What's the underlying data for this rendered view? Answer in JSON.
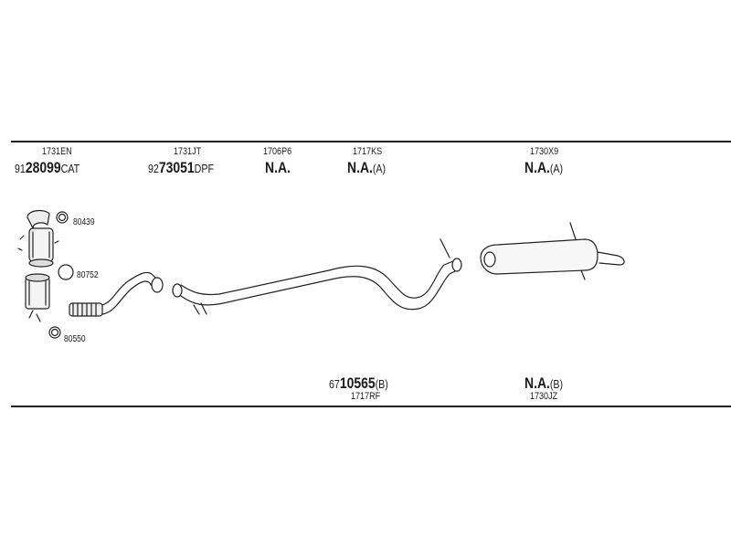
{
  "top_parts": [
    {
      "code": "1731EN",
      "prefix": "91",
      "number": "28099",
      "suffix": "CAT"
    },
    {
      "code": "1731JT",
      "prefix": "92",
      "number": "73051",
      "suffix": "DPF"
    },
    {
      "code": "1706P6",
      "prefix": "",
      "number": "N.A.",
      "suffix": ""
    },
    {
      "code": "1717KS",
      "prefix": "",
      "number": "N.A.",
      "suffix": "(A)"
    },
    {
      "code": "1730X9",
      "prefix": "",
      "number": "N.A.",
      "suffix": "(A)"
    }
  ],
  "bottom_parts": [
    {
      "code": "1717RF",
      "prefix": "67",
      "number": "10565",
      "suffix": "(B)"
    },
    {
      "code": "1730JZ",
      "prefix": "",
      "number": "N.A.",
      "suffix": "(B)"
    }
  ],
  "small_parts": [
    {
      "label": "80439"
    },
    {
      "label": "80752"
    },
    {
      "label": "80550"
    }
  ]
}
